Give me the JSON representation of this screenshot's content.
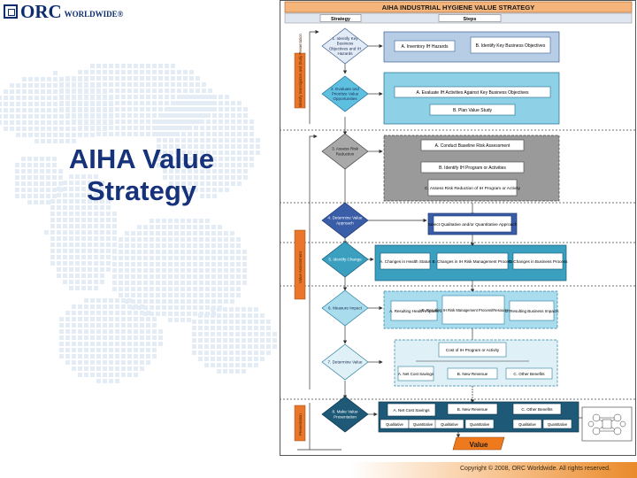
{
  "logo": {
    "name": "ORC",
    "suffix": "WORLDWIDE®"
  },
  "slide_title": "AIHA Value Strategy",
  "copyright": "Copyright © 2008, ORC Worldwide. All rights reserved.",
  "diagram": {
    "title": "AIHA INDUSTRIAL HYGIENE VALUE STRATEGY",
    "header_strategy": "Strategy",
    "header_steps": "Steps",
    "side_labels": {
      "identify": "Identify Investigation and Study Presentation",
      "value_assessment": "Value Assessment",
      "presentation": "Presentation"
    },
    "stages": [
      {
        "id": 1,
        "label": "1. Identify Key Business Objectives and IH Hazards",
        "steps": [
          "A. Inventory IH Hazards",
          "B. Identify Key Business Objectives"
        ]
      },
      {
        "id": 2,
        "label": "2. Evaluate and Prioritize Value Opportunities",
        "steps": [
          "A. Evaluate IH Activities Against Key Business Objectives",
          "B. Plan Value Study"
        ]
      },
      {
        "id": 3,
        "label": "3. Assess Risk Reduction",
        "steps": [
          "A. Conduct Baseline Risk Assessment",
          "B. Identify IH Program or Activities",
          "C. Assess Risk Reduction of IH Program or Activity"
        ]
      },
      {
        "id": 4,
        "label": "4. Determine Value Approach",
        "steps": [
          "Select Qualitative and/or Quantitative Approach"
        ]
      },
      {
        "id": 5,
        "label": "5. Identify Change",
        "steps": [
          "A. Changes in Health Status",
          "B. Changes in IH Risk Management Process",
          "C. Changes in Business Process"
        ]
      },
      {
        "id": 6,
        "label": "6. Measure Impact",
        "steps": [
          "A. Resulting Health Impacts",
          "B. Resulting IH Risk Management Process/Resources Impacts",
          "C. Resulting Business Impacts"
        ]
      },
      {
        "id": 7,
        "label": "7. Determine Value",
        "steps": [
          "Cost of IH Program or Activity",
          "A. Net Cost Savings",
          "B. New Revenue",
          "C. Other Benefits"
        ]
      },
      {
        "id": 8,
        "label": "8. Make Value Presentation",
        "steps": [
          "A. Net Cost Savings",
          "B. New Revenue",
          "C. Other Benefits"
        ],
        "sub": [
          "Qualitative",
          "Quantitative",
          "Qualitative",
          "Quantitative",
          "Qualitative",
          "Quantitative"
        ]
      }
    ],
    "value_label": "Value"
  }
}
